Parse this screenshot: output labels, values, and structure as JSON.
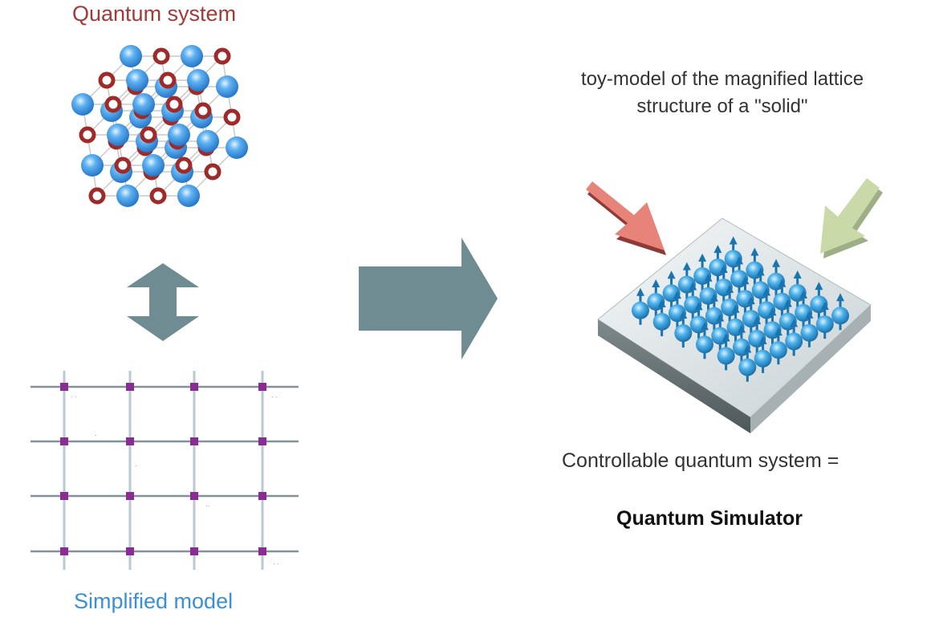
{
  "labels": {
    "quantum_system": "Quantum system",
    "toy_model_line1": "toy-model of the magnified lattice",
    "toy_model_line2": "structure of a \"solid\"",
    "controllable": "Controllable quantum system =",
    "simulator": "Quantum Simulator",
    "simplified": "Simplified model"
  },
  "colors": {
    "red_atom": "#9e2a2a",
    "blue_atom": "#2f8fe0",
    "arrow_gray": "#6f8c92",
    "lattice_site": "#8b2b95",
    "pink_arrow": "#e8837a",
    "green_arrow": "#c9d9a8"
  },
  "icons": [
    "double-vertical-arrow-icon",
    "right-arrow-icon",
    "pink-arrow-icon",
    "green-arrow-icon"
  ]
}
